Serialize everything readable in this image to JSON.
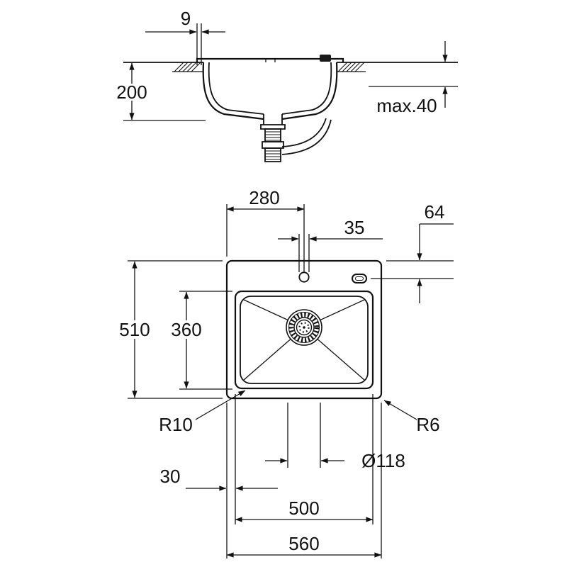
{
  "side_view": {
    "rim_thickness": "9",
    "bowl_depth": "200",
    "countertop_max": "max.40"
  },
  "plan_view": {
    "tap_center_from_edge": "280",
    "tap_hole_diameter": "35",
    "rear_edge_offset": "64",
    "overall_depth": "510",
    "bowl_inner_depth": "360",
    "bowl_corner_radius": "R10",
    "outer_corner_radius": "R6",
    "drain_diameter": "Ø118",
    "side_margin": "30",
    "bowl_width": "500",
    "overall_width": "560"
  }
}
